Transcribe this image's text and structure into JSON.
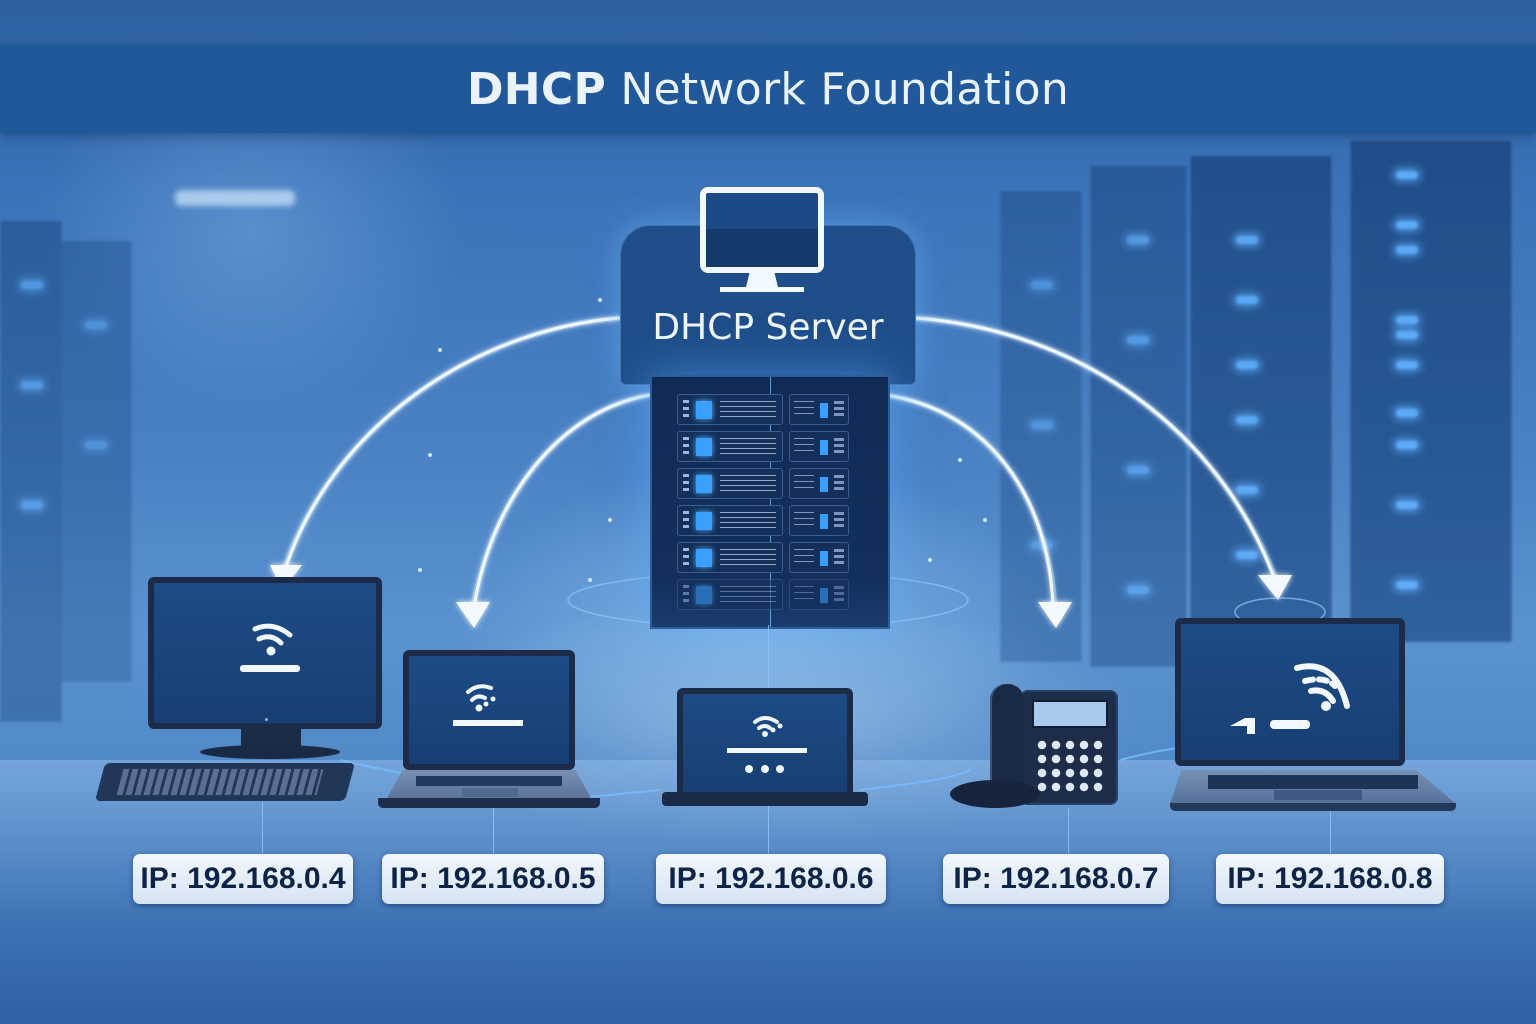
{
  "header": {
    "title_bold": "DHCP",
    "title_rest": " Network Foundation"
  },
  "server": {
    "label": "DHCP Server",
    "icon": "monitor-icon",
    "rack_units": 6
  },
  "colors": {
    "title_band": "#20589a",
    "server_card": "#1f4e8a",
    "rack": "#132f5c",
    "led_blue": "#3aa0ff",
    "label_bg": "#e6eef8",
    "label_text": "#0e2447",
    "arrow": "#f2f8ff"
  },
  "clients": [
    {
      "device": "desktop-computer",
      "screen_icon": "wifi-icon",
      "ip": "IP: 192.168.0.4"
    },
    {
      "device": "laptop",
      "screen_icon": "wifi-icon",
      "ip": "IP: 192.168.0.5"
    },
    {
      "device": "tablet",
      "screen_icon": "wifi-icon",
      "ip": "IP: 192.168.0.6"
    },
    {
      "device": "ip-phone",
      "screen_icon": "display-icon",
      "ip": "IP: 192.168.0.7"
    },
    {
      "device": "laptop",
      "screen_icon": "wifi-icon",
      "ip": "IP: 192.168.0.8"
    }
  ]
}
